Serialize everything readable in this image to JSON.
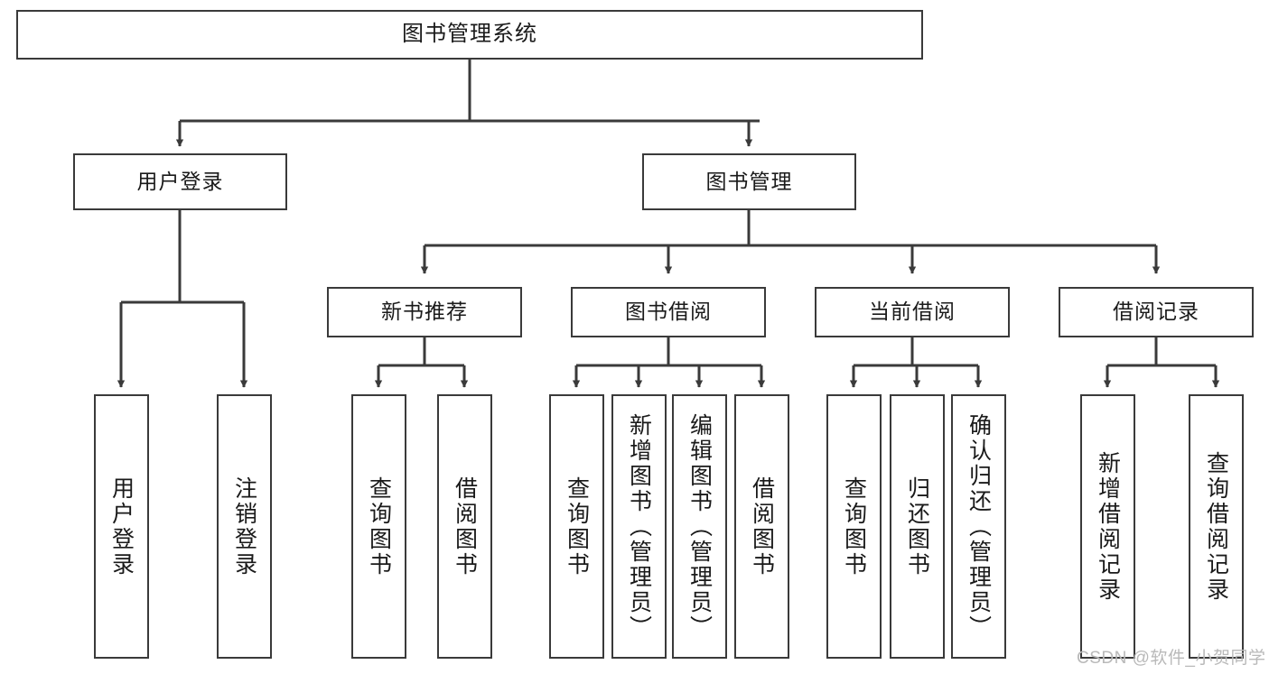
{
  "diagram": {
    "title": "图书管理系统",
    "type": "hierarchy-tree",
    "orientation": "top-down",
    "colors": {
      "background": "#ffffff",
      "box_border": "#3a3a3a",
      "box_fill": "#ffffff",
      "connector": "#3a3a3a",
      "text": "#1a1a1a",
      "watermark": "#b9b9b9"
    },
    "root": {
      "label": "图书管理系统"
    },
    "level2": [
      {
        "label": "用户登录"
      },
      {
        "label": "图书管理"
      }
    ],
    "level3": [
      {
        "label": "新书推荐"
      },
      {
        "label": "图书借阅"
      },
      {
        "label": "当前借阅"
      },
      {
        "label": "借阅记录"
      }
    ],
    "leaves": {
      "user_login": [
        {
          "label": "用户登录"
        },
        {
          "label": "注销登录"
        }
      ],
      "new_book_recommend": [
        {
          "label": "查询图书"
        },
        {
          "label": "借阅图书"
        }
      ],
      "book_borrow": [
        {
          "label": "查询图书"
        },
        {
          "label": "新增图书（管理员）"
        },
        {
          "label": "编辑图书（管理员）"
        },
        {
          "label": "借阅图书"
        }
      ],
      "current_borrow": [
        {
          "label": "查询图书"
        },
        {
          "label": "归还图书"
        },
        {
          "label": "确认归还（管理员）"
        }
      ],
      "borrow_record": [
        {
          "label": "新增借阅记录"
        },
        {
          "label": "查询借阅记录"
        }
      ]
    }
  },
  "watermark": {
    "text": "CSDN @软件_小贺同学"
  }
}
